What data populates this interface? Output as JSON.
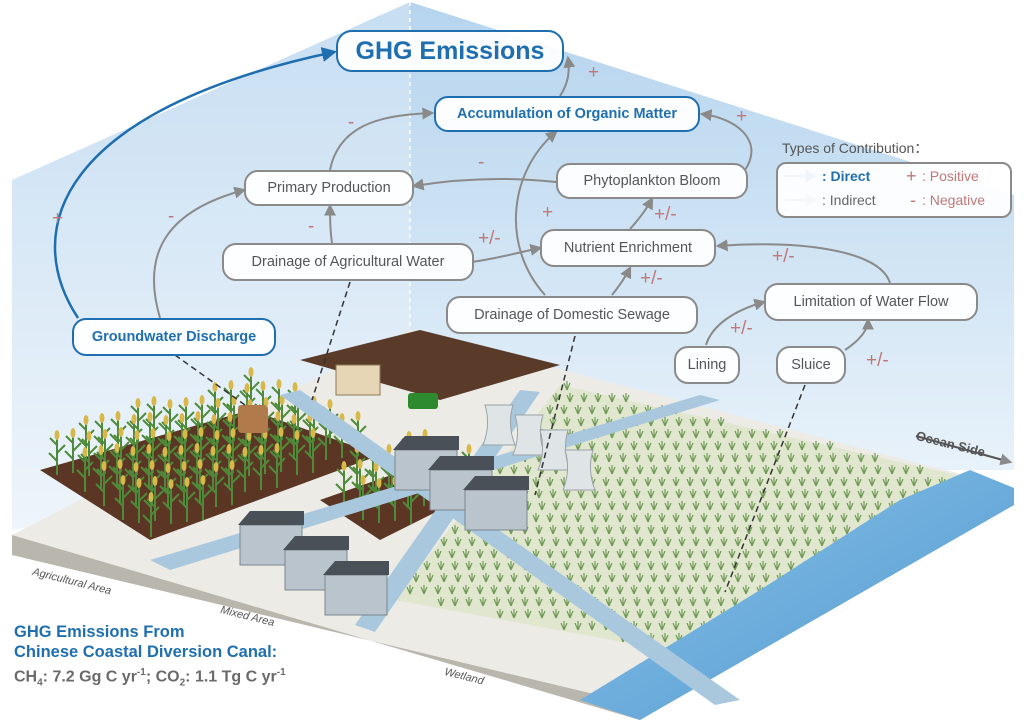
{
  "nodes": {
    "ghg": "GHG Emissions",
    "accumulation": "Accumulation of Organic Matter",
    "primary_production": "Primary Production",
    "phytoplankton": "Phytoplankton Bloom",
    "drainage_agri": "Drainage of Agricultural Water",
    "nutrient": "Nutrient Enrichment",
    "drainage_domestic": "Drainage of Domestic Sewage",
    "limitation": "Limitation of Water Flow",
    "lining": "Lining",
    "sluice": "Sluice",
    "groundwater": "Groundwater Discharge"
  },
  "legend": {
    "title": "Types of Contribution：",
    "direct": ": Direct",
    "indirect": ": Indirect",
    "positive_sign": "+",
    "positive": ": Positive",
    "negative_sign": "-",
    "negative": ": Negative"
  },
  "signs": {
    "ghg_accum": "+",
    "accum_phyto": "+",
    "pp_accum": "-",
    "phyto_pp": "-",
    "agri_pp": "-",
    "gw_pp": "-",
    "gw_ghg": "+",
    "agri_nutrient": "+/-",
    "nutrient_phyto": "+/-",
    "domestic_accum": "+",
    "domestic_nutrient": "+/-",
    "limitation_nutrient": "+/-",
    "lining_limitation": "+/-",
    "sluice_limitation": "+/-"
  },
  "scene": {
    "ocean_side": "Ocean Side",
    "agricultural_area": "Agricultural Area",
    "mixed_area": "Mixed Area",
    "wetland": "Wetland"
  },
  "summary": {
    "line1": "GHG Emissions From",
    "line2": "Chinese Coastal Diversion Canal:",
    "ch4_label": "CH",
    "ch4_sub": "4",
    "ch4_value": ": 7.2 Gg C yr",
    "exp": "-1",
    "co2_sep": "; CO",
    "co2_sub": "2",
    "co2_value": ": 1.1 Tg C yr"
  },
  "colors": {
    "direct": "#1f6fb0",
    "indirect": "#8a8a8a",
    "sign": "#c07878",
    "ocean": "#6aaedb",
    "sky": "#d4e6f5"
  }
}
